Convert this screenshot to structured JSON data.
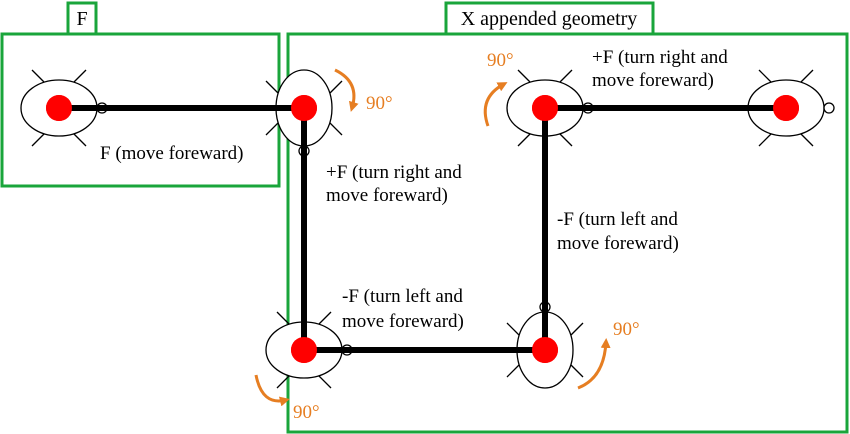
{
  "colors": {
    "frame": "#1aa53b",
    "path": "#000000",
    "turtle_dot": "#ff0000",
    "arrow": "#e67e22"
  },
  "boxes": {
    "f_title": "F",
    "x_title": "X appended geometry"
  },
  "labels": {
    "move_forward": "F (move foreward)",
    "turn_right_1_line1": "+F (turn right and",
    "turn_right_1_line2": "move foreward)",
    "turn_left_1_line1": "-F (turn left and",
    "turn_left_1_line2": "move foreward)",
    "turn_left_2_line1": "-F (turn left and",
    "turn_left_2_line2": "move foreward)",
    "turn_right_2_line1": "+F (turn right and",
    "turn_right_2_line2": "move foreward)"
  },
  "angles": {
    "a1": "90°",
    "a2": "90°",
    "a3": "90°",
    "a4": "90°"
  },
  "icons": [
    "turtle-icon",
    "rotation-arrow-icon"
  ]
}
